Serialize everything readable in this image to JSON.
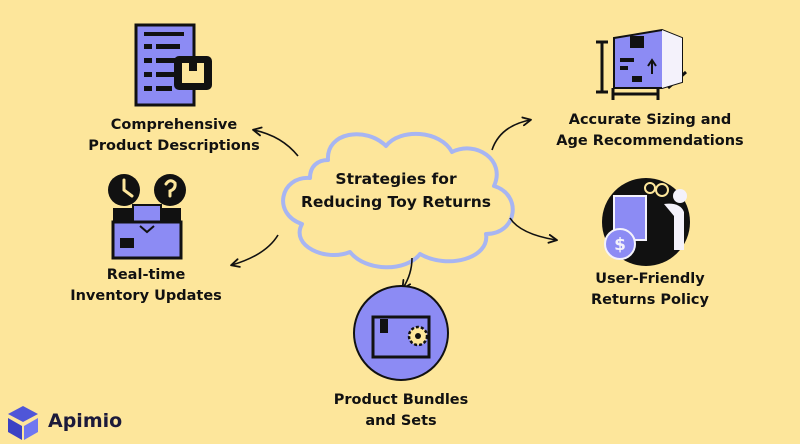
{
  "diagram": {
    "center": {
      "line1": "Strategies for",
      "line2": "Reducing Toy Returns"
    },
    "nodes": [
      {
        "id": "descriptions",
        "line1": "Comprehensive",
        "line2": "Product Descriptions",
        "icon": "document-box-icon"
      },
      {
        "id": "inventory",
        "line1": "Real-time",
        "line2": "Inventory Updates",
        "icon": "clock-inventory-icon"
      },
      {
        "id": "bundles",
        "line1": "Product Bundles",
        "line2": "and Sets",
        "icon": "gear-box-icon"
      },
      {
        "id": "returns",
        "line1": "User-Friendly",
        "line2": "Returns Policy",
        "icon": "person-dollar-icon"
      },
      {
        "id": "sizing",
        "line1": "Accurate Sizing and",
        "line2": "Age Recommendations",
        "icon": "measured-box-icon"
      }
    ]
  },
  "brand": {
    "name": "Apimio"
  },
  "colors": {
    "background": "#FDE69B",
    "accent": "#8C8BF4",
    "ink": "#111111",
    "brand": "#4F56D8"
  }
}
